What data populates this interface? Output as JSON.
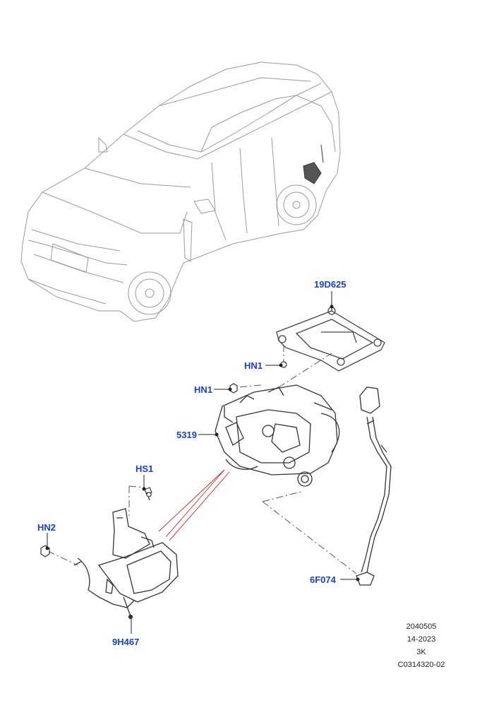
{
  "callouts": {
    "bracket": "19D625",
    "nut_upper": "HN1",
    "nut_lower": "HN1",
    "compressor": "5319",
    "screw": "HS1",
    "nut_small": "HN2",
    "dryer": "9H467",
    "hose": "6F074"
  },
  "reference": {
    "line1": "2040505",
    "line2": "14-2023",
    "line3": "3K",
    "line4": "C0314320-02"
  },
  "colors": {
    "callout_text": "#1a3fd6",
    "line_art": "#444444",
    "highlight_line": "#d42020"
  }
}
